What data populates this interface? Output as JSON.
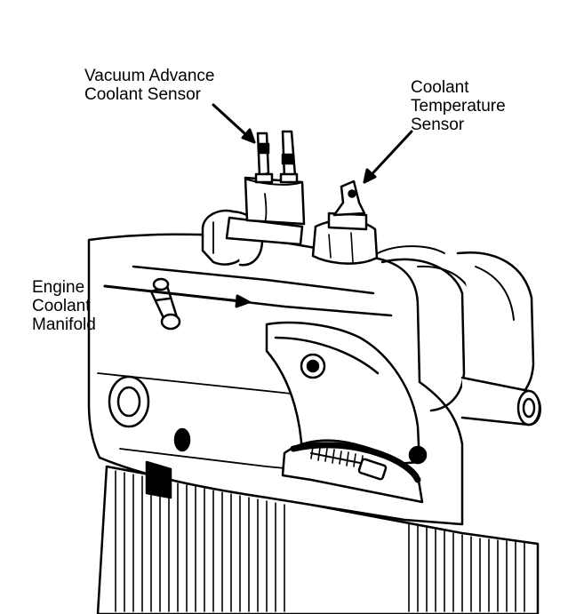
{
  "labels": {
    "vacuum_advance_sensor": [
      "Vacuum Advance",
      "Coolant Sensor"
    ],
    "coolant_temperature_sensor": [
      "Coolant",
      "Temperature",
      "Sensor"
    ],
    "engine_coolant_manifold": [
      "Engine",
      "Coolant",
      "Manifold"
    ]
  },
  "colors": {
    "ink": "#000000",
    "paper": "#ffffff"
  }
}
